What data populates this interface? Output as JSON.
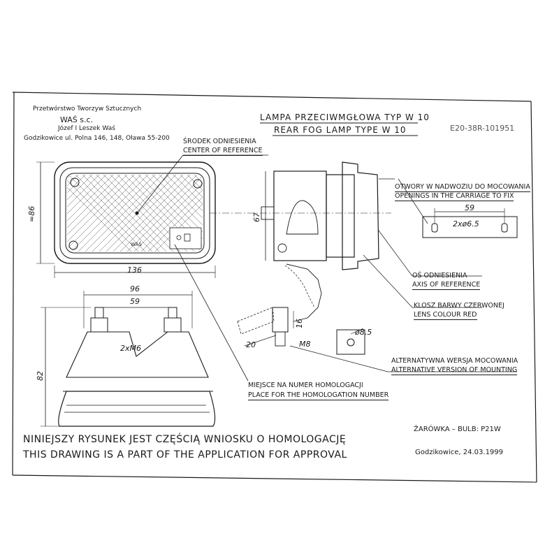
{
  "company": {
    "line1": "Przetwórstwo Tworzyw Sztucznych",
    "line2": "WAŚ s.c.",
    "line3": "Józef I Leszek Waś",
    "line4": "Godzikowice ul. Polna 146, 148, Oława 55-200"
  },
  "title": {
    "pl": "LAMPA PRZECIWMGŁOWA TYP W 10",
    "en": "REAR FOG LAMP TYPE W 10"
  },
  "approval_code": "E20-38R-101951",
  "labels": {
    "center_ref_pl": "ŚRODEK ODNIESIENIA",
    "center_ref_en": "CENTER OF REFERENCE",
    "openings_pl": "OTWORY W NADWOZIU DO MOCOWANIA",
    "openings_en": "OPENINGS IN THE CARRIAGE TO FIX",
    "axis_ref_pl": "OŚ ODNIESIENIA",
    "axis_ref_en": "AXIS OF REFERENCE",
    "lens_pl": "KLOSZ BARWY CZERWONEJ",
    "lens_en": "LENS COLOUR RED",
    "alt_pl": "ALTERNATYWNA WERSJA MOCOWANIA",
    "alt_en": "ALTERNATIVE VERSION OF MOUNTING",
    "homol_pl": "MIEJSCE NA NUMER HOMOLOGACJI",
    "homol_en": "PLACE FOR THE HOMOLOGATION NUMBER",
    "bulb": "ŻARÓWKA – BULB: P21W",
    "date": "Godzikowice, 24.03.1999",
    "lamp_mark": "WAŚ"
  },
  "statement": {
    "pl": "NINIEJSZY RYSUNEK JEST CZĘŚCIĄ WNIOSKU O HOMOLOGACJĘ",
    "en": "THIS DRAWING IS A PART OF THE APPLICATION FOR APPROVAL"
  },
  "dimensions": {
    "front_width": "136",
    "front_height": "≈86",
    "side_height": "67",
    "bottom_width": "96",
    "bottom_holes": "59",
    "bottom_thread": "2xM6",
    "bottom_height": "82",
    "hole_spacing": "59",
    "hole_diameter": "2xø6.5",
    "alt_hole": "ø8.5",
    "alt_thread": "M8",
    "alt_16": "16",
    "alt_angle": "20"
  }
}
